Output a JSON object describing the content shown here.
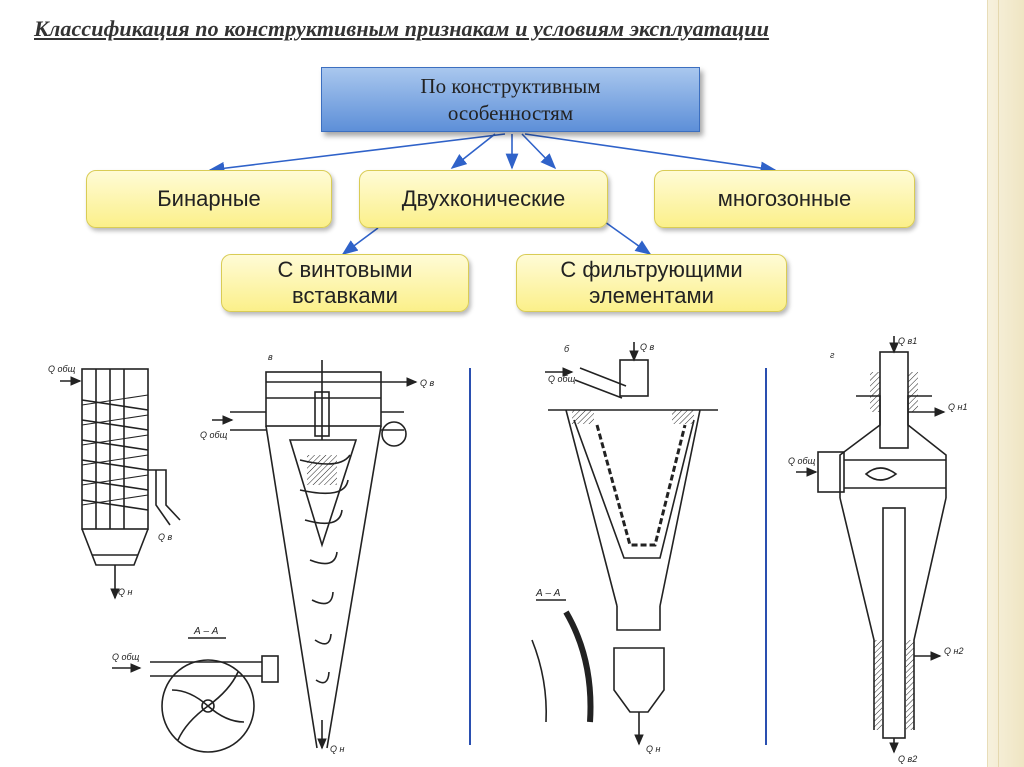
{
  "title": "Классификация по конструктивным признакам и условиям эксплуатации",
  "root": {
    "line1": "По конструктивным",
    "line2": "особенностям"
  },
  "categories": {
    "binary": "Бинарные",
    "biconical": "Двухконические",
    "multizone": "многозонные",
    "screw_line1": "С винтовыми",
    "screw_line2": "вставками",
    "filter_line1": "С фильтрующими",
    "filter_line2": "элементами"
  },
  "colors": {
    "root_fill": "#5d8fd8",
    "node_fill": "#fbf08a",
    "arrow": "#2f62c9",
    "separator": "#2a4fb0"
  },
  "drawings": {
    "d1": {
      "q_in": "Q общ",
      "q_top": "Q в",
      "q_bottom": "Q н"
    },
    "d2": {
      "letter": "в",
      "q_in": "Q общ",
      "q_top": "Q в",
      "q_bottom": "Q н",
      "section": "А – А",
      "q_section": "Q общ"
    },
    "d3": {
      "letter": "б",
      "q_in": "Q общ",
      "q_top": "Q в",
      "q_bottom": "Q н",
      "section": "А – А"
    },
    "d4": {
      "letter": "г",
      "q_in": "Q общ",
      "q_top": "Q в1",
      "q_right1": "Q н1",
      "q_right2": "Q н2",
      "q_bottom": "Q в2"
    }
  }
}
